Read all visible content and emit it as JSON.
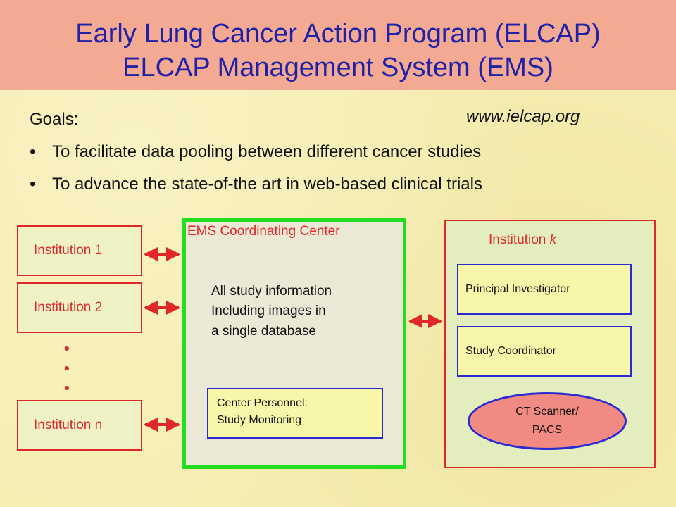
{
  "title": {
    "line1": "Early Lung Cancer Action Program (ELCAP)",
    "line2": "ELCAP Management System (EMS)"
  },
  "url": "www.ielcap.org",
  "goals": {
    "heading": "Goals:",
    "bullets": [
      "To facilitate data pooling between different cancer studies",
      "To advance the state-of-the art in web-based clinical trials"
    ]
  },
  "institutions": {
    "first": "Institution 1",
    "second": "Institution 2",
    "last": "Institution n"
  },
  "center": {
    "label": "EMS Coordinating Center",
    "info_lines": [
      "All study information",
      "Including images in",
      "a single database"
    ],
    "personnel": [
      "Center Personnel:",
      "Study Monitoring"
    ]
  },
  "institution_k": {
    "label_prefix": "Institution ",
    "label_var": "k",
    "roles": [
      "Principal Investigator",
      "Study Coordinator"
    ],
    "scanner": [
      "CT Scanner/",
      "PACS"
    ]
  },
  "colors": {
    "title_band": "#f4a993",
    "title_text": "#1f22a6",
    "institution_border": "#e0282a",
    "center_border": "#22dd22",
    "role_border": "#2a2ad0",
    "scanner_fill": "#f08a82",
    "arrow": "#e0282a"
  }
}
